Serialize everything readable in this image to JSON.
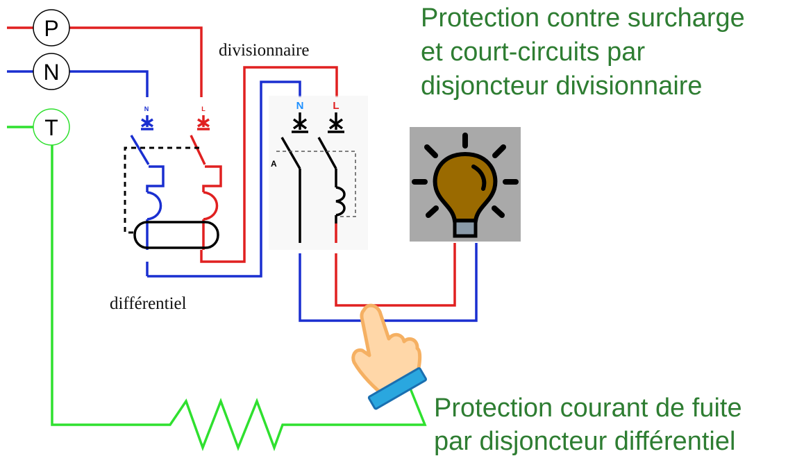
{
  "lines": [
    {
      "letter": "P",
      "color": "#e02020"
    },
    {
      "letter": "N",
      "color": "#1a2fd0"
    },
    {
      "letter": "T",
      "color": "#2fe02f"
    }
  ],
  "labels": {
    "divisionnaire": "divisionnaire",
    "differentiel": "différentiel"
  },
  "breakers": {
    "differential_terminals": [
      "N",
      "L"
    ],
    "divisional_terminals": [
      "N",
      "L"
    ]
  },
  "annotations": {
    "top": {
      "lines": [
        "Protection contre surcharge",
        "et court-circuits par",
        "disjoncteur divisionnaire"
      ],
      "color": "#2e7d32"
    },
    "bottom": {
      "lines": [
        "Protection courant de fuite",
        "par disjoncteur différentiel"
      ],
      "color": "#2e7d32"
    }
  },
  "icons": [
    "lightbulb-icon",
    "pointing-hand-icon"
  ],
  "colors": {
    "phase": "#e02020",
    "neutral": "#1a2fd0",
    "earth": "#2fe02f",
    "bulb_bg": "#a9a9a9",
    "bulb_glass": "#9a6a00",
    "hand_skin": "#ffd7a8",
    "cuff": "#2aa7df"
  }
}
